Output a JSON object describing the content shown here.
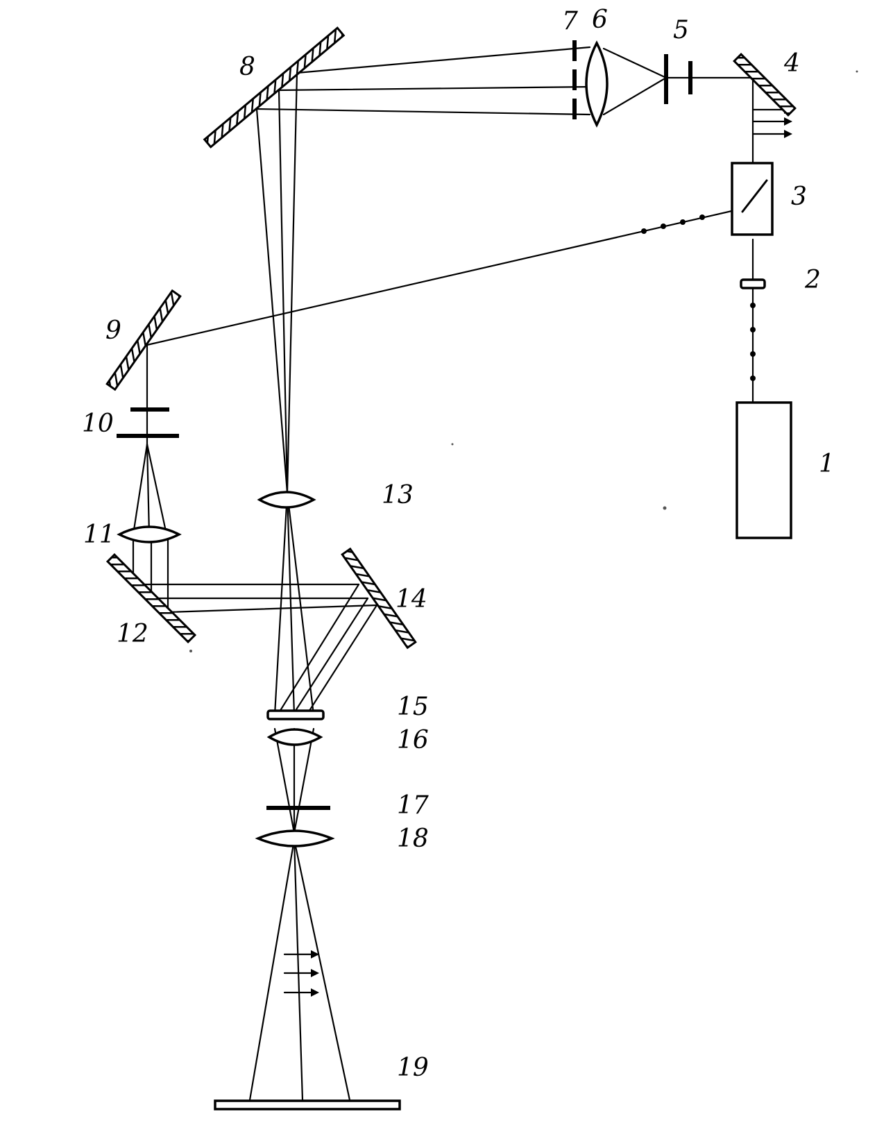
{
  "labels": {
    "l1": "1",
    "l2": "2",
    "l3": "3",
    "l4": "4",
    "l5": "5",
    "l6": "6",
    "l7": "7",
    "l8": "8",
    "l9": "9",
    "l10": "10",
    "l11": "11",
    "l12": "12",
    "l13": "13",
    "l14": "14",
    "l15": "15",
    "l16": "16",
    "l17": "17",
    "l18": "18",
    "l19": "19"
  },
  "colors": {
    "ink": "#000000",
    "paper": "#ffffff"
  }
}
